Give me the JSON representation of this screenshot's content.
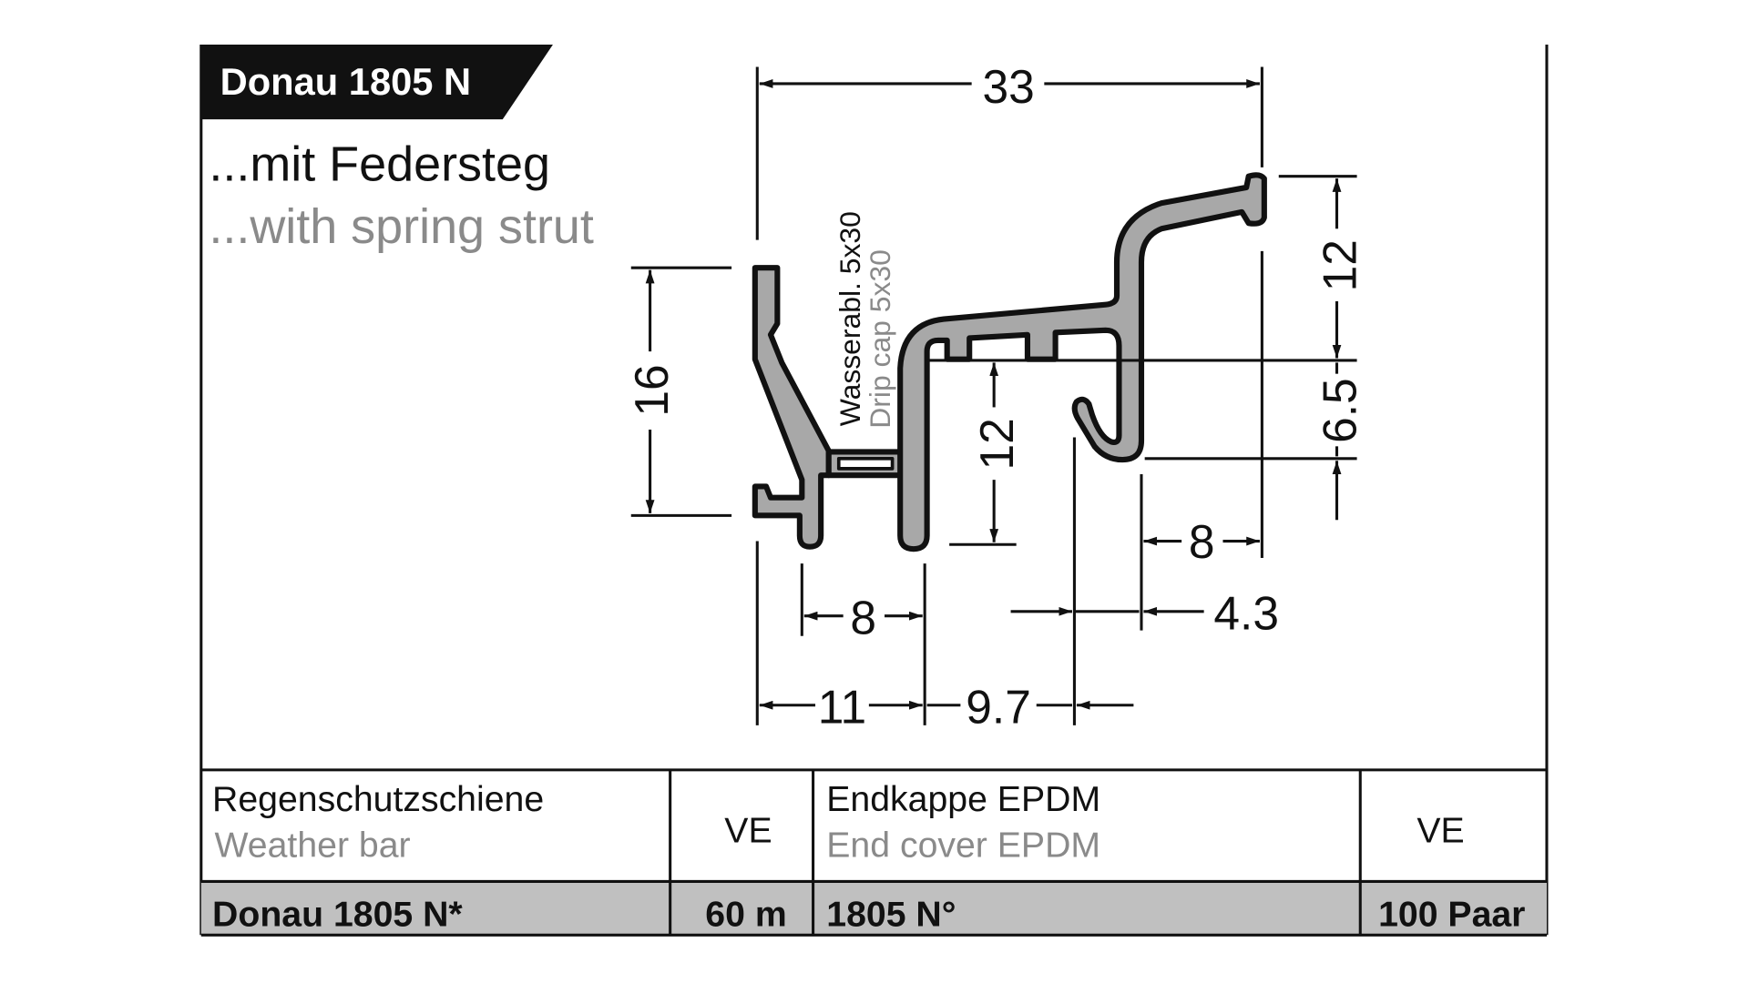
{
  "title": "Donau 1805 N",
  "subtitle_de": "...mit Federsteg",
  "subtitle_en": "...with spring strut",
  "drawing": {
    "label_de": "Wasserabl. 5x30",
    "label_en": "Drip cap 5x30",
    "dimensions": {
      "overall_width": "33",
      "right_height": "12",
      "right_lower": "6.5",
      "left_height": "16",
      "middle_height": "12",
      "right_lower_width": "8",
      "left_lower_width": "8",
      "offset": "4.3",
      "left_width": "11",
      "middle_width": "9.7"
    }
  },
  "table": {
    "header": {
      "product_de": "Regenschutzschiene",
      "product_en": "Weather bar",
      "ve1": "VE",
      "cap_de": "Endkappe EPDM",
      "cap_en": "End cover EPDM",
      "ve2": "VE"
    },
    "row": {
      "product": "Donau 1805 N*",
      "qty1": "60 m",
      "cap": "1805 N°",
      "qty2": "100 Paar"
    }
  },
  "colors": {
    "profile_fill": "#a8a8a8",
    "row_fill": "#c0c0c0"
  }
}
